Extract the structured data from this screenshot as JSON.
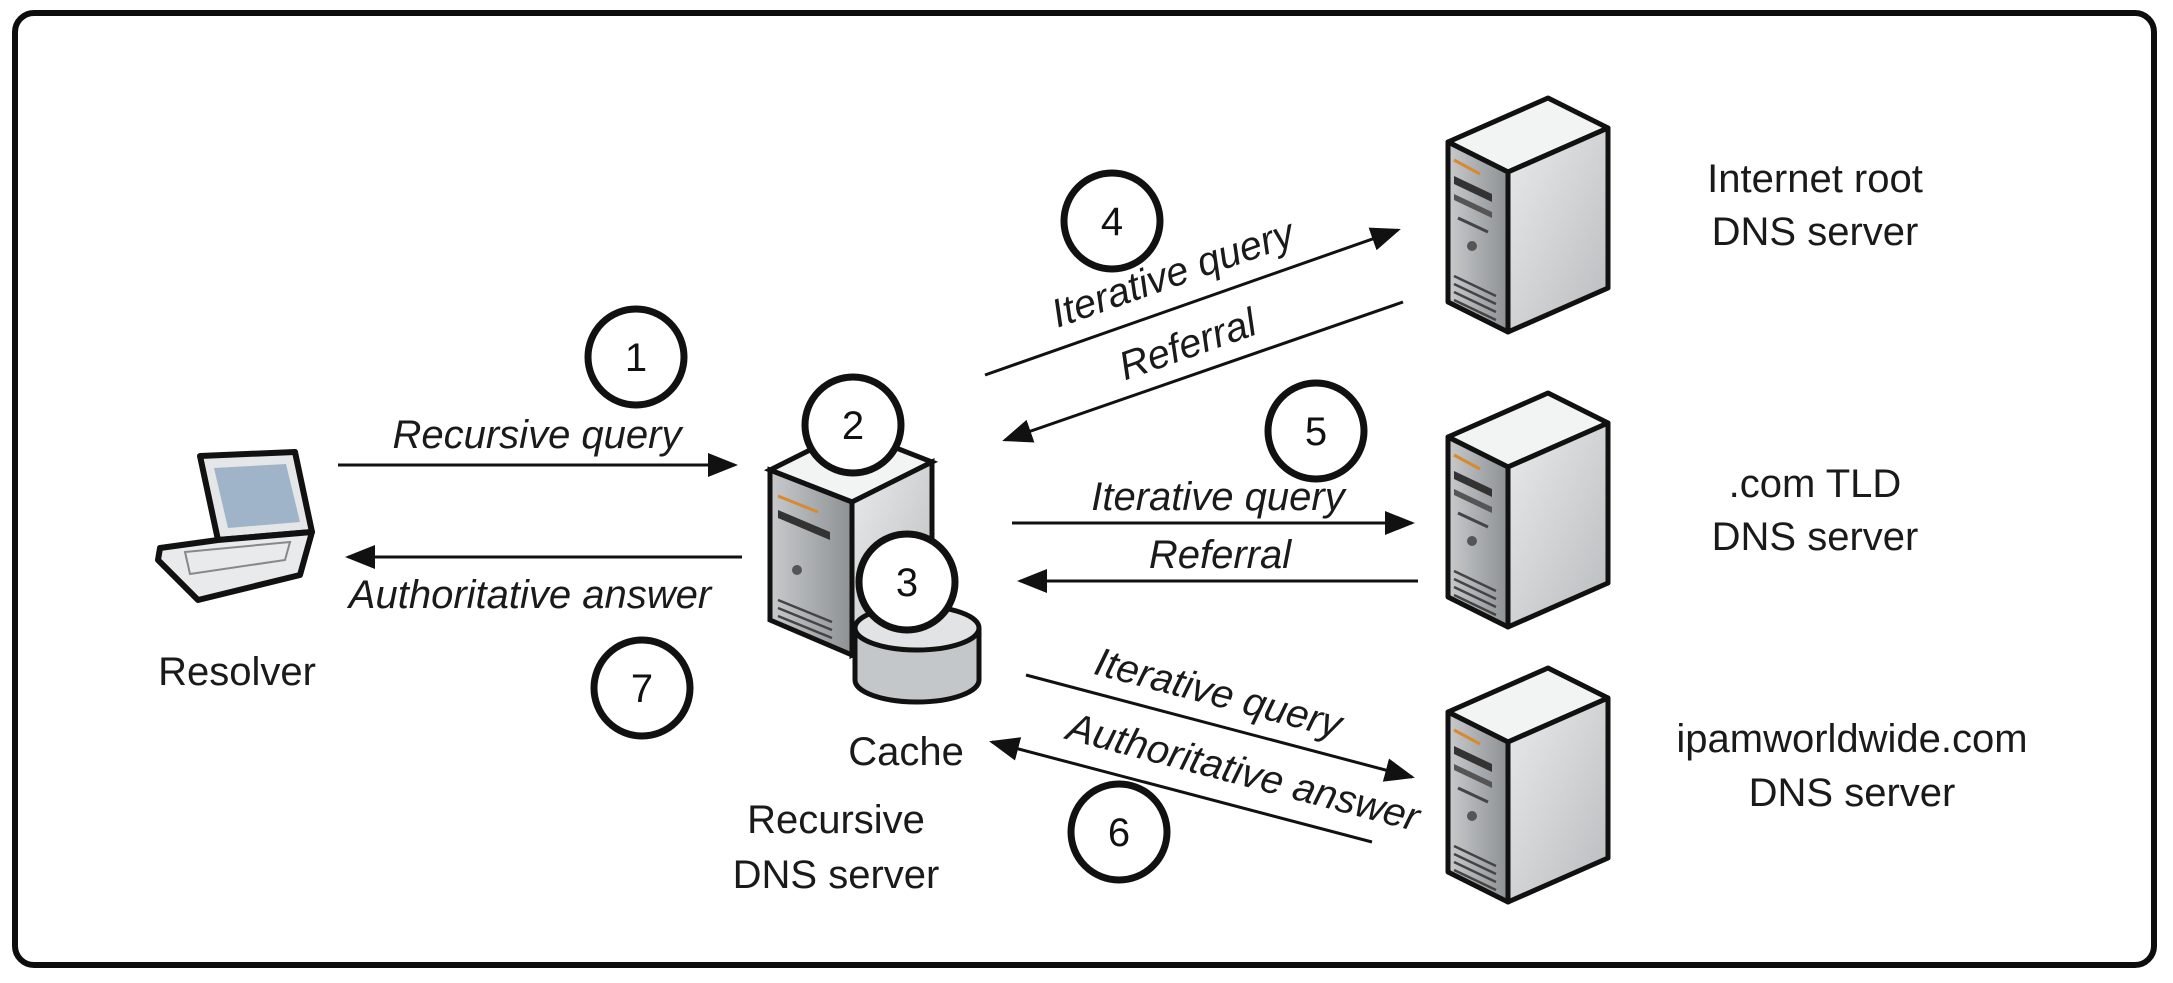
{
  "nodes": {
    "resolver": "Resolver",
    "cache": "Cache",
    "recursive_server": [
      "Recursive",
      "DNS server"
    ],
    "root_server": [
      "Internet root",
      "DNS server"
    ],
    "tld_server": [
      ".com TLD",
      "DNS server"
    ],
    "auth_server": [
      "ipamworldwide.com",
      "DNS server"
    ]
  },
  "steps": [
    "1",
    "2",
    "3",
    "4",
    "5",
    "6",
    "7"
  ],
  "messages": {
    "recursive_query": "Recursive query",
    "authoritative_answer_client": "Authoritative answer",
    "root_query": "Iterative query",
    "root_referral": "Referral",
    "tld_query": "Iterative query",
    "tld_referral": "Referral",
    "auth_query": "Iterative query",
    "auth_answer": "Authoritative answer"
  },
  "colors": {
    "border": "#0d0d0d",
    "arrow": "#111111",
    "server_front": "#cfd1d2",
    "server_side": "#9fa2a4",
    "server_accent": "#d9892f"
  }
}
